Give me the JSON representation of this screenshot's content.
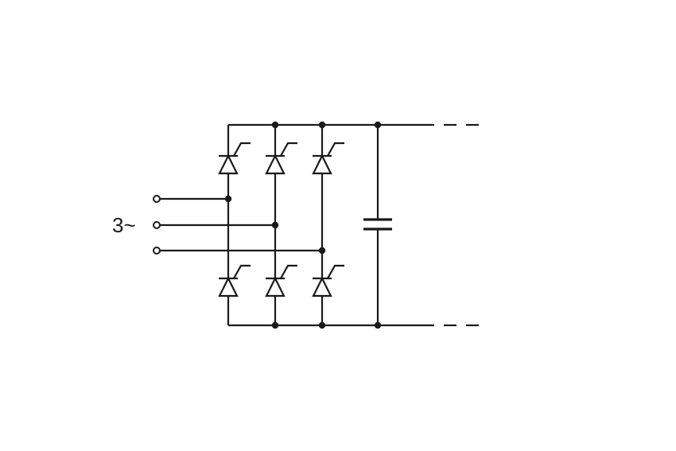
{
  "diagram": {
    "input_label": "3~",
    "colors": {
      "stroke": "#1a1a1a",
      "background": "#ffffff"
    },
    "components": {
      "thyristors": [
        "upper-phase-1",
        "upper-phase-2",
        "upper-phase-3",
        "lower-phase-1",
        "lower-phase-2",
        "lower-phase-3"
      ],
      "capacitor": "dc-link-capacitor",
      "terminals": [
        "phase-1",
        "phase-2",
        "phase-3"
      ]
    }
  }
}
